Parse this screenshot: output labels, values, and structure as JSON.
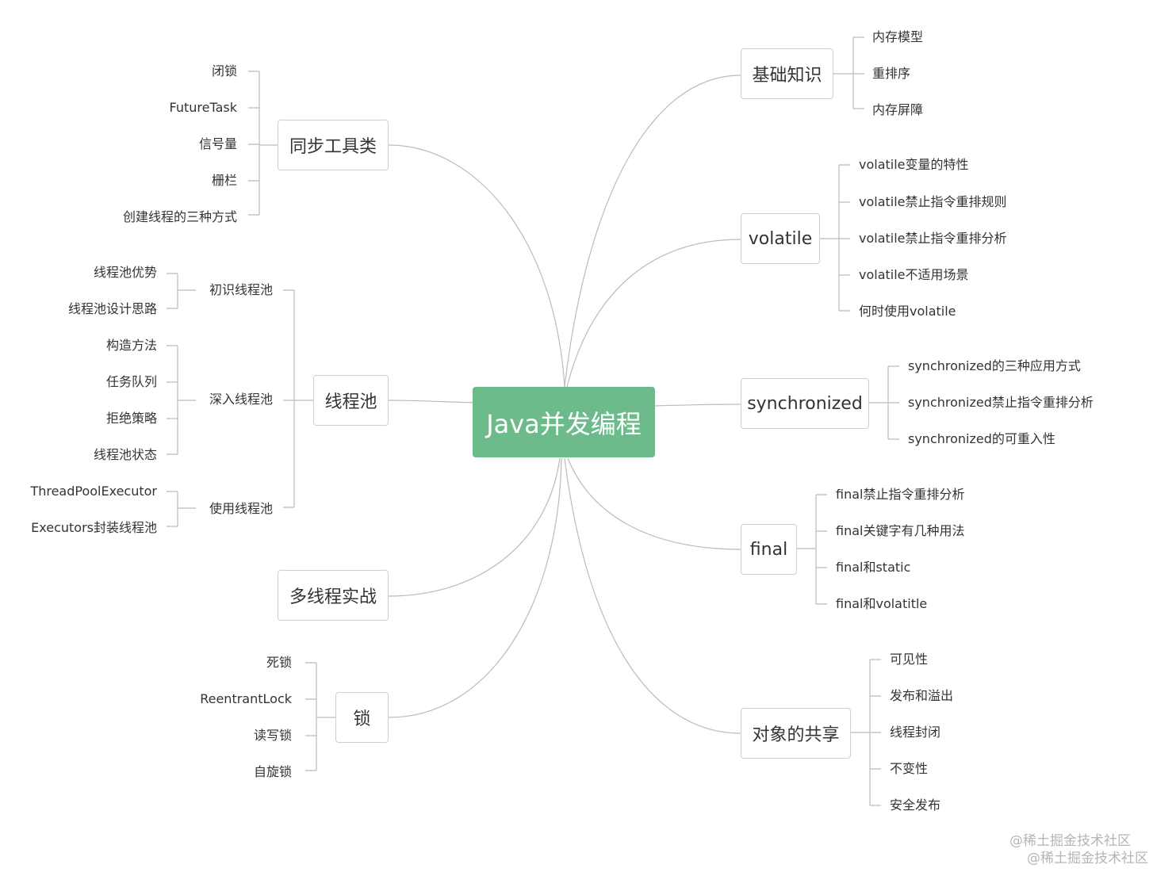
{
  "root": "Java并发编程",
  "left": {
    "sync_tools": {
      "label": "同步工具类",
      "items": [
        "闭锁",
        "FutureTask",
        "信号量",
        "栅栏",
        "创建线程的三种方式"
      ]
    },
    "thread_pool": {
      "label": "线程池",
      "groups": [
        {
          "label": "初识线程池",
          "items": [
            "线程池优势",
            "线程池设计思路"
          ]
        },
        {
          "label": "深入线程池",
          "items": [
            "构造方法",
            "任务队列",
            "拒绝策略",
            "线程池状态"
          ]
        },
        {
          "label": "使用线程池",
          "items": [
            "ThreadPoolExecutor",
            "Executors封装线程池"
          ]
        }
      ]
    },
    "practice": {
      "label": "多线程实战"
    },
    "locks": {
      "label": "锁",
      "items": [
        "死锁",
        "ReentrantLock",
        "读写锁",
        "自旋锁"
      ]
    }
  },
  "right": {
    "basics": {
      "label": "基础知识",
      "items": [
        "内存模型",
        "重排序",
        "内存屏障"
      ]
    },
    "volatile": {
      "label": "volatile",
      "items": [
        "volatile变量的特性",
        "volatile禁止指令重排规则",
        "volatile禁止指令重排分析",
        "volatile不适用场景",
        "何时使用volatile"
      ]
    },
    "synchronized": {
      "label": "synchronized",
      "items": [
        "synchronized的三种应用方式",
        "synchronized禁止指令重排分析",
        "synchronized的可重入性"
      ]
    },
    "final": {
      "label": "final",
      "items": [
        "final禁止指令重排分析",
        "final关键字有几种用法",
        "final和static",
        "final和volatitle"
      ]
    },
    "sharing": {
      "label": "对象的共享",
      "items": [
        "可见性",
        "发布和溢出",
        "线程封闭",
        "不变性",
        "安全发布"
      ]
    }
  },
  "watermark": [
    "@稀土掘金技术社区",
    "@稀土掘金技术社区"
  ],
  "colors": {
    "root_fill": "#6dba8b",
    "connector": "#bbbbbb",
    "node_border": "#cfcfcf",
    "watermark": "#b5b5b5"
  }
}
